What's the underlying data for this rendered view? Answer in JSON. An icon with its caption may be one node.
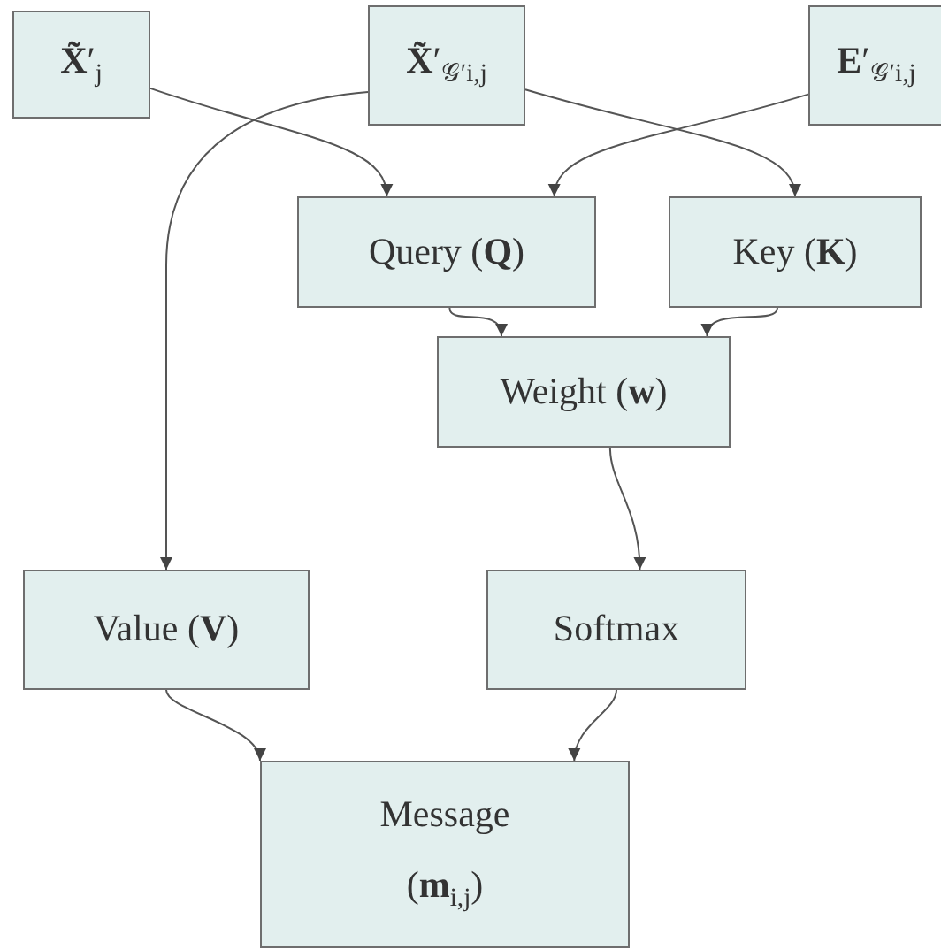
{
  "diagram": {
    "nodes": [
      {
        "text": [
          "**X̃**′$_{j}$"
        ]
      },
      {
        "text": [
          "**X̃**′$_{𝒢′}$$_{i,j}$"
        ]
      },
      {
        "text": [
          "**E**′$_{𝒢′}$$_{i,j}$"
        ]
      },
      {
        "text": [
          "Query (**Q**)"
        ]
      },
      {
        "text": [
          "Key (**K**)"
        ]
      },
      {
        "text": [
          "Weight (**w**)"
        ]
      },
      {
        "text": [
          "Value (**V**)"
        ]
      },
      {
        "text": [
          "Softmax"
        ]
      },
      {
        "text": [
          "Message",
          "(**m**$_{i,j}$)"
        ]
      }
    ],
    "edges": [
      {
        "from": 0,
        "to": 3,
        "arrow": "to"
      },
      {
        "from": 1,
        "to": 4,
        "arrow": "to"
      },
      {
        "from": 2,
        "to": 3,
        "arrow": "to"
      },
      {
        "from": 1,
        "to": 6,
        "arrow": "to"
      },
      {
        "from": 3,
        "to": 5,
        "arrow": "to"
      },
      {
        "from": 4,
        "to": 5,
        "arrow": "to"
      },
      {
        "from": 5,
        "to": 7,
        "arrow": "to"
      },
      {
        "from": 6,
        "to": 8,
        "arrow": "to"
      },
      {
        "from": 7,
        "to": 8,
        "arrow": "to"
      }
    ]
  }
}
